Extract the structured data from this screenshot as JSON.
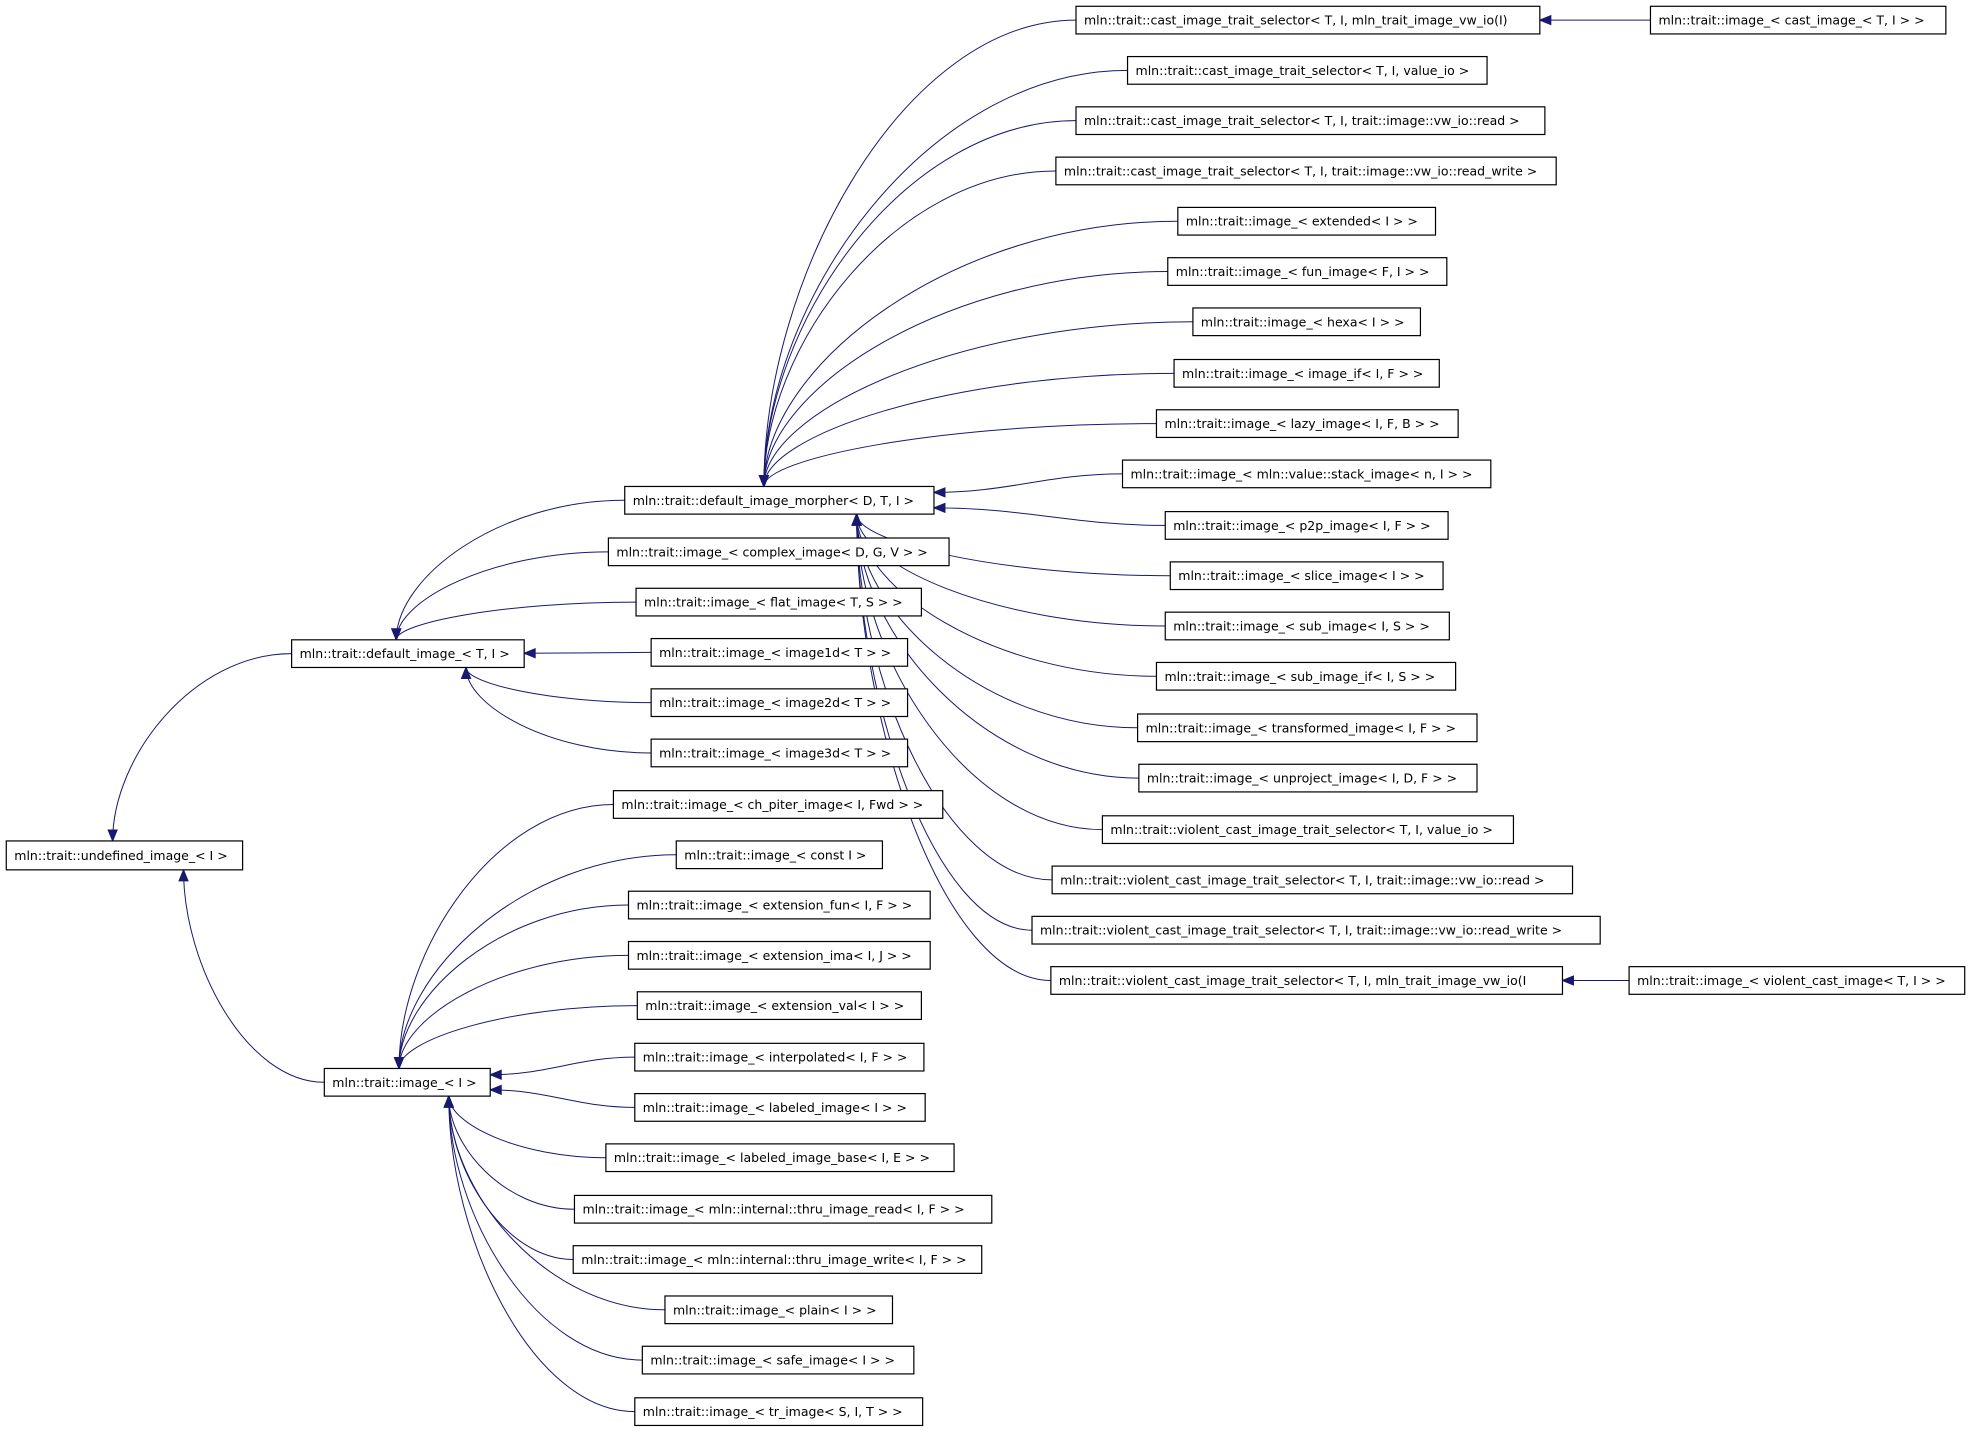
{
  "nodes": {
    "undefined_image": "mln::trait::undefined_image_< I >",
    "default_image": "mln::trait::default_image_< T, I >",
    "image_I": "mln::trait::image_< I >",
    "default_image_morpher": "mln::trait::default_image_morpher< D, T, I >",
    "complex_image": "mln::trait::image_< complex_image< D, G, V > >",
    "flat_image": "mln::trait::image_< flat_image< T, S > >",
    "image1d": "mln::trait::image_< image1d< T > >",
    "image2d": "mln::trait::image_< image2d< T > >",
    "image3d": "mln::trait::image_< image3d< T > >",
    "ch_piter_image": "mln::trait::image_< ch_piter_image< I, Fwd > >",
    "const_I": "mln::trait::image_< const I >",
    "extension_fun": "mln::trait::image_< extension_fun< I, F > >",
    "extension_ima": "mln::trait::image_< extension_ima< I, J > >",
    "extension_val": "mln::trait::image_< extension_val< I > >",
    "interpolated": "mln::trait::image_< interpolated< I, F > >",
    "labeled_image": "mln::trait::image_< labeled_image< I > >",
    "labeled_image_base": "mln::trait::image_< labeled_image_base< I, E > >",
    "thru_image_read": "mln::trait::image_< mln::internal::thru_image_read< I, F > >",
    "thru_image_write": "mln::trait::image_< mln::internal::thru_image_write< I, F > >",
    "plain": "mln::trait::image_< plain< I > >",
    "safe_image": "mln::trait::image_< safe_image< I > >",
    "tr_image": "mln::trait::image_< tr_image< S, I, T > >",
    "cast_sel_vw_io": "mln::trait::cast_image_trait_selector< T, I, mln_trait_image_vw_io(I)",
    "cast_sel_value_io": "mln::trait::cast_image_trait_selector< T, I, value_io >",
    "cast_sel_read": "mln::trait::cast_image_trait_selector< T, I, trait::image::vw_io::read >",
    "cast_sel_read_write": "mln::trait::cast_image_trait_selector< T, I, trait::image::vw_io::read_write >",
    "extended": "mln::trait::image_< extended< I > >",
    "fun_image": "mln::trait::image_< fun_image< F, I > >",
    "hexa": "mln::trait::image_< hexa< I > >",
    "image_if": "mln::trait::image_< image_if< I, F > >",
    "lazy_image": "mln::trait::image_< lazy_image< I, F, B > >",
    "stack_image": "mln::trait::image_< mln::value::stack_image< n, I > >",
    "p2p_image": "mln::trait::image_< p2p_image< I, F > >",
    "slice_image": "mln::trait::image_< slice_image< I > >",
    "sub_image": "mln::trait::image_< sub_image< I, S > >",
    "sub_image_if": "mln::trait::image_< sub_image_if< I, S > >",
    "transformed_image": "mln::trait::image_< transformed_image< I, F > >",
    "unproject_image": "mln::trait::image_< unproject_image< I, D, F > >",
    "violent_value_io": "mln::trait::violent_cast_image_trait_selector< T, I, value_io >",
    "violent_read": "mln::trait::violent_cast_image_trait_selector< T, I, trait::image::vw_io::read >",
    "violent_read_write": "mln::trait::violent_cast_image_trait_selector< T, I, trait::image::vw_io::read_write >",
    "violent_vw_io": "mln::trait::violent_cast_image_trait_selector< T, I, mln_trait_image_vw_io(I",
    "cast_image": "mln::trait::image_< cast_image_< T, I > >",
    "violent_cast_image": "mln::trait::image_< violent_cast_image< T, I > >"
  },
  "colors": {
    "edge": "#191970",
    "node_border": "#000000",
    "node_fill": "#ffffff"
  }
}
